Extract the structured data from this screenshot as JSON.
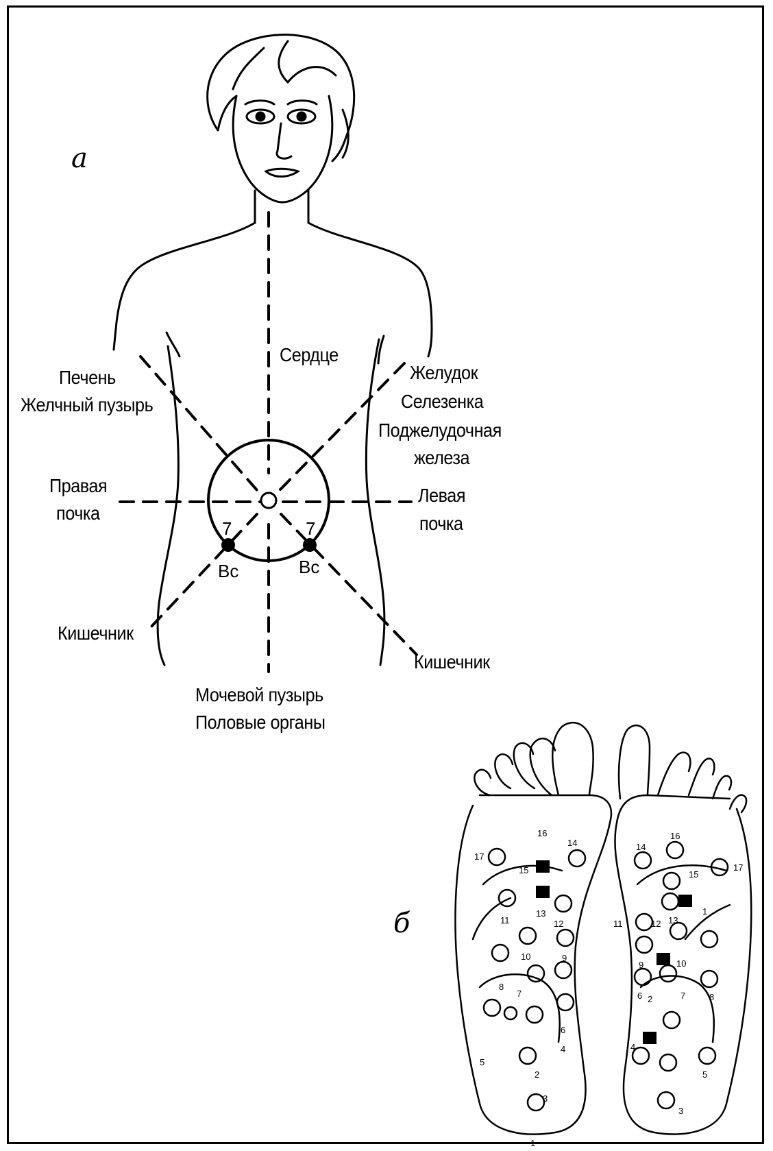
{
  "panel_a": "а",
  "panel_b": "б",
  "labels": {
    "heart": "Сердце",
    "liver": "Печень",
    "gallbladder": "Желчный пузырь",
    "stomach": "Желудок",
    "spleen": "Селезенка",
    "pancreas_1": "Поджелудочная",
    "pancreas_2": "железа",
    "right_kidney_1": "Правая",
    "right_kidney_2": "почка",
    "left_kidney_1": "Левая",
    "left_kidney_2": "почка",
    "intestine_left": "Кишечник",
    "intestine_right": "Кишечник",
    "bladder": "Мочевой пузырь",
    "genitals": "Половые органы"
  },
  "points": {
    "left_num": "7",
    "right_num": "7",
    "left_code": "Вс",
    "right_code": "Вс"
  },
  "foot_points": {
    "left": [
      "1",
      "2",
      "3",
      "4",
      "5",
      "6",
      "7",
      "8",
      "9",
      "10",
      "11",
      "12",
      "13",
      "14",
      "15",
      "16",
      "17"
    ],
    "right": [
      "1",
      "2",
      "3",
      "4",
      "5",
      "6",
      "7",
      "8",
      "9",
      "10",
      "11",
      "12",
      "13",
      "14",
      "15",
      "16",
      "17"
    ]
  }
}
